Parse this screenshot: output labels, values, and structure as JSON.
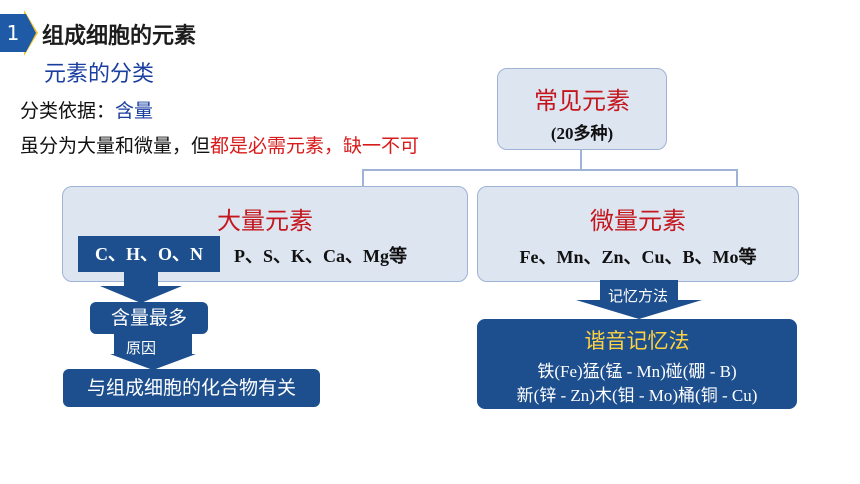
{
  "header": {
    "number": "1",
    "title": "组成细胞的元素",
    "subtitle": "元素的分类"
  },
  "basis": {
    "label": "分类依据：",
    "value": "含量"
  },
  "note": {
    "prefix": "虽分为大量和微量，但",
    "emphasis": "都是必需元素，缺一不可"
  },
  "common": {
    "title": "常见元素",
    "count": "(20多种)"
  },
  "major": {
    "title": "大量元素",
    "highlight": "C、H、O、N",
    "rest": "P、S、K、Ca、Mg等",
    "content_label": "含量最多",
    "reason_label": "原因",
    "reason": "与组成细胞的化合物有关"
  },
  "trace": {
    "title": "微量元素",
    "elements": "Fe、Mn、Zn、Cu、B、Mo等",
    "memory_label": "记忆方法",
    "mnemonic_title": "谐音记忆法",
    "mnemonic_line1": "铁(Fe)猛(锰 - Mn)碰(硼 - B)",
    "mnemonic_line2": "新(锌 - Zn)木(钼 - Mo)桶(铜 - Cu)"
  },
  "colors": {
    "primary": "#1d4f8e",
    "pale": "#dde5f1",
    "red": "#c4161c",
    "accent": "#ffd23f"
  }
}
